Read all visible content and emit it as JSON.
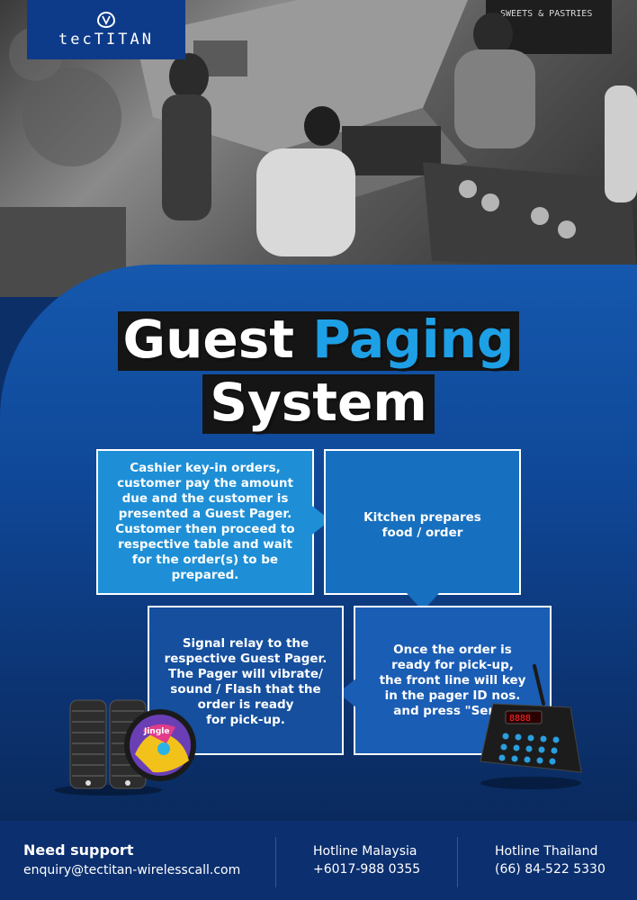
{
  "logo": {
    "brand": "tecTITAN",
    "mark_icon": "shell-logo-icon"
  },
  "photo": {
    "sign_text": "SWEETS & PASTRIES"
  },
  "title": {
    "line1_part1": "Guest ",
    "line1_part2": "Paging",
    "line2": "System"
  },
  "steps": [
    {
      "text": "Cashier key-in orders,\ncustomer pay the amount\ndue and the customer is\npresented a Guest Pager.\nCustomer then proceed to\nrespective table and wait\nfor the order(s) to be prepared."
    },
    {
      "text": "Kitchen prepares\nfood / order"
    },
    {
      "text": "Once the order is\nready for pick-up,\nthe front line will key\nin the pager ID nos.\nand press \"Send\""
    },
    {
      "text": "Signal relay to the\nrespective Guest Pager.\nThe Pager will vibrate/\nsound / Flash that the\norder is ready\nfor pick-up."
    }
  ],
  "devices": {
    "pager_brand": "Jingle",
    "transmitter_display": "8888"
  },
  "footer": {
    "support_title": "Need support",
    "support_email": "enquiry@tectitan-wirelesscall.com",
    "hotline_my_label": "Hotline Malaysia",
    "hotline_my_number": "+6017-988 0355",
    "hotline_th_label": "Hotline Thailand",
    "hotline_th_number": "(66) 84-522 5330"
  },
  "colors": {
    "brand_blue": "#0d3b8a",
    "accent": "#1ea0e6",
    "panel": "#1558ad"
  }
}
